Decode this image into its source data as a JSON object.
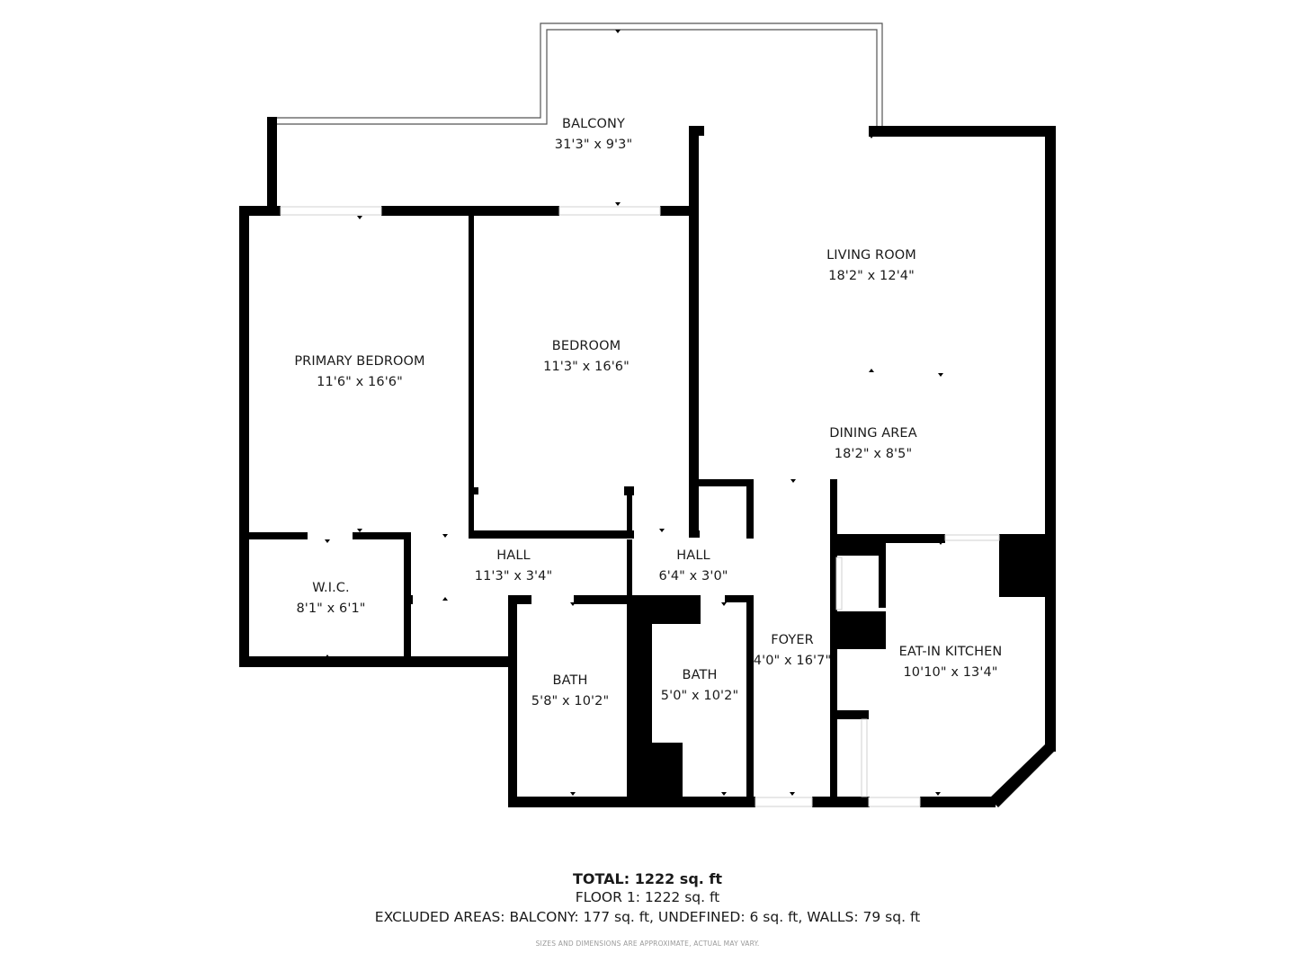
{
  "colors": {
    "wall": "#000000",
    "window": "#dcdcdc",
    "background": "#ffffff",
    "text": "#1a1a1a",
    "disclaimer": "#9a9a9a"
  },
  "rooms": [
    {
      "id": "balcony",
      "name": "BALCONY",
      "dims": "31'3\" x 9'3\""
    },
    {
      "id": "living-room",
      "name": "LIVING ROOM",
      "dims": "18'2\" x 12'4\""
    },
    {
      "id": "primary-bedroom",
      "name": "PRIMARY BEDROOM",
      "dims": "11'6\" x 16'6\""
    },
    {
      "id": "bedroom",
      "name": "BEDROOM",
      "dims": "11'3\" x 16'6\""
    },
    {
      "id": "dining-area",
      "name": "DINING AREA",
      "dims": "18'2\" x 8'5\""
    },
    {
      "id": "hall-1",
      "name": "HALL",
      "dims": "11'3\" x 3'4\""
    },
    {
      "id": "hall-2",
      "name": "HALL",
      "dims": "6'4\" x 3'0\""
    },
    {
      "id": "wic",
      "name": "W.I.C.",
      "dims": "8'1\" x 6'1\""
    },
    {
      "id": "foyer",
      "name": "FOYER",
      "dims": "4'0\" x 16'7\""
    },
    {
      "id": "eat-in-kitchen",
      "name": "EAT-IN KITCHEN",
      "dims": "10'10\" x 13'4\""
    },
    {
      "id": "bath-1",
      "name": "BATH",
      "dims": "5'8\" x 10'2\""
    },
    {
      "id": "bath-2",
      "name": "BATH",
      "dims": "5'0\" x 10'2\""
    }
  ],
  "summary": {
    "total": "TOTAL: 1222 sq. ft",
    "floor": "FLOOR 1: 1222 sq. ft",
    "excluded": "EXCLUDED AREAS: BALCONY: 177 sq. ft, UNDEFINED: 6 sq. ft, WALLS: 79 sq. ft",
    "disclaimer": "SIZES AND DIMENSIONS ARE APPROXIMATE, ACTUAL MAY VARY."
  }
}
